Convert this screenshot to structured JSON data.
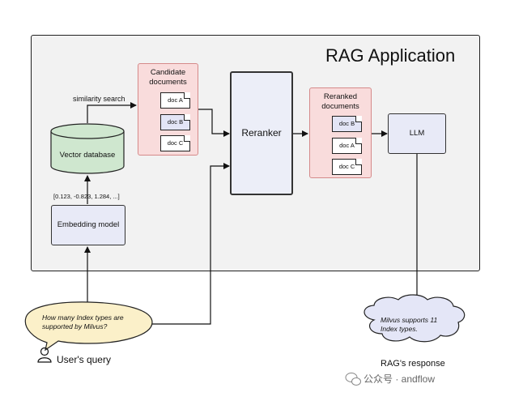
{
  "app_title": "RAG Application",
  "nodes": {
    "candidate_documents": "Candidate documents",
    "reranker": "Reranker",
    "reranked_documents": "Reranked documents",
    "llm": "LLM",
    "vector_database": "Vector database",
    "embedding_model": "Embedding model"
  },
  "candidate_docs": [
    "doc A",
    "doc B",
    "doc C"
  ],
  "reranked_docs": [
    "doc B",
    "doc A",
    "doc C"
  ],
  "edge_labels": {
    "similarity_search": "similarity search",
    "embedding_vector": "[0.123, -0.823, 1.284, ...]"
  },
  "query": {
    "text": "How many Index types are supported by Milvus?",
    "caption": "User's query"
  },
  "response": {
    "text": "Milvus supports 11 Index types.",
    "caption": "RAG's response"
  },
  "watermark": "公众号 · andflow",
  "colors": {
    "pink_fill": "#f9dcdc",
    "blue_fill": "#e8eaf7",
    "query_bubble": "#fbf0c9",
    "response_cloud": "#e4e6f7"
  }
}
